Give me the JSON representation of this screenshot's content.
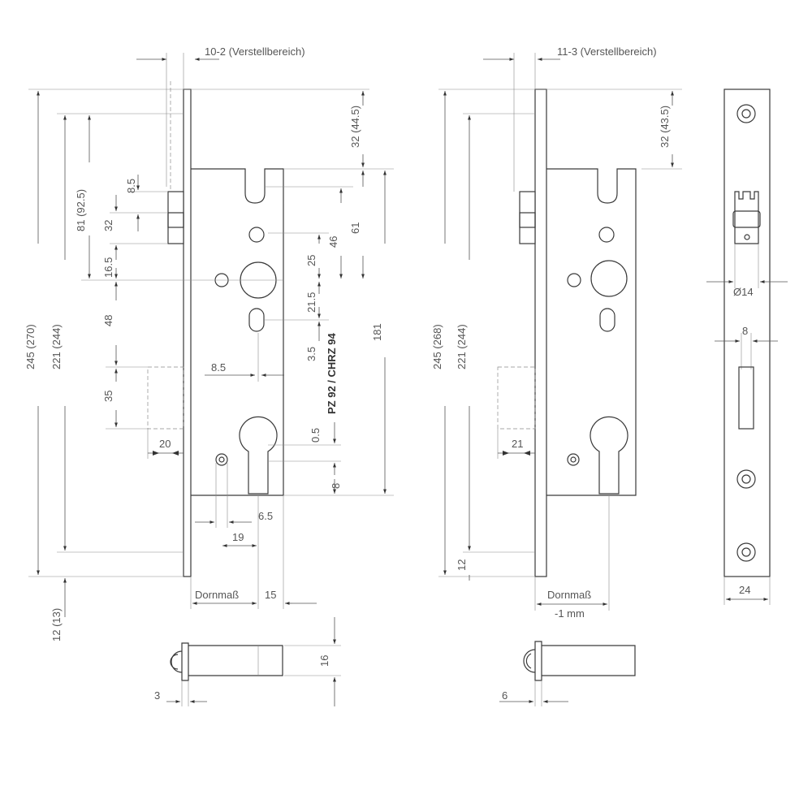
{
  "colors": {
    "line": "#3a3a3a",
    "dimension": "#555555",
    "background": "#ffffff"
  },
  "labels": {
    "left_adjust": "10-2 (Verstellbereich)",
    "right_adjust": "11-3 (Verstellbereich)",
    "l_32_445": "32 (44.5)",
    "l_81_925": "81 (92.5)",
    "l_85": "8.5",
    "l_32": "32",
    "l_165": "16.5",
    "l_46": "46",
    "l_61": "61",
    "l_25": "25",
    "l_215": "21.5",
    "l_35_small": "3.5",
    "l_pz": "PZ 92 / CHRZ 94",
    "l_48": "48",
    "l_181": "181",
    "l_85b": "8.5",
    "l_35": "35",
    "l_245_270": "245 (270)",
    "l_221_244": "221 (244)",
    "l_20": "20",
    "l_05": "0.5",
    "l_8": "8",
    "l_65": "6.5",
    "l_19": "19",
    "l_dornmass": "Dornmaß",
    "l_15": "15",
    "l_12_13": "12 (13)",
    "l_16": "16",
    "l_3": "3",
    "r_32_435": "32 (43.5)",
    "r_245_268": "245 (268)",
    "r_221_244": "221 (244)",
    "r_21": "21",
    "r_12": "12",
    "r_dornmass": "Dornmaß",
    "r_1mm": "-1 mm",
    "r_6": "6",
    "f_d14": "Ø14",
    "f_8": "8",
    "f_24": "24"
  }
}
